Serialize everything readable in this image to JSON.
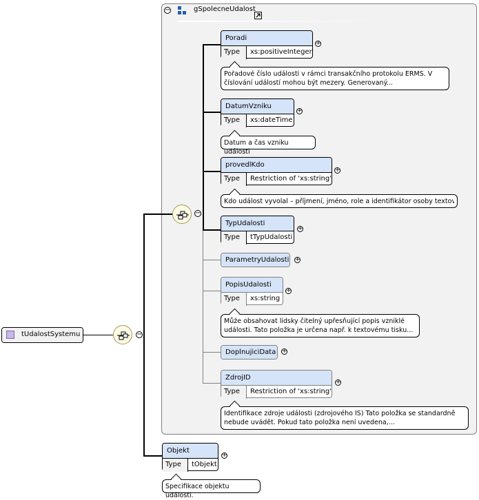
{
  "root": {
    "name": "tUdalostSystemu"
  },
  "group": {
    "name": "gSpolecneUdalost"
  },
  "elements": [
    {
      "name": "Poradi",
      "type_key": "Type",
      "type_value": "xs:positiveInteger",
      "doc": [
        "Pořadové číslo události v rámci transakčního protokolu ERMS. V",
        "číslování událostí mohou být mezery. Generovaný..."
      ]
    },
    {
      "name": "DatumVzniku",
      "type_key": "Type",
      "type_value": "xs:dateTime",
      "doc": [
        "Datum a čas vzniku události"
      ]
    },
    {
      "name": "provedlKdo",
      "type_key": "Type",
      "type_value": "Restriction of 'xs:string'",
      "doc": [
        "Kdo událost vyvolal – příjmení, jméno, role a identifikátor osoby textově"
      ]
    },
    {
      "name": "TypUdalosti",
      "type_key": "Type",
      "type_value": "tTypUdalosti"
    },
    {
      "name": "ParametryUdalosti"
    },
    {
      "name": "PopisUdalosti",
      "type_key": "Type",
      "type_value": "xs:string",
      "doc": [
        "Může obsahovat lidsky čitelný upřesňující popis vzniklé",
        "události. Tato položka je určena např. k textovému tisku..."
      ]
    },
    {
      "name": "DoplnujiciData"
    },
    {
      "name": "ZdrojID",
      "type_key": "Type",
      "type_value": "Restriction of 'xs:string'",
      "doc": [
        "Identifikace zdroje události (zdrojového IS) Tato položka se standardně",
        "nebude uvádět. Pokud tato položka není uvedena,..."
      ]
    }
  ],
  "objekt": {
    "name": "Objekt",
    "type_key": "Type",
    "type_value": "tObjekt",
    "doc": [
      "Specifikace objektu události."
    ]
  },
  "symbols": {
    "plus": "+",
    "minus": "−"
  }
}
